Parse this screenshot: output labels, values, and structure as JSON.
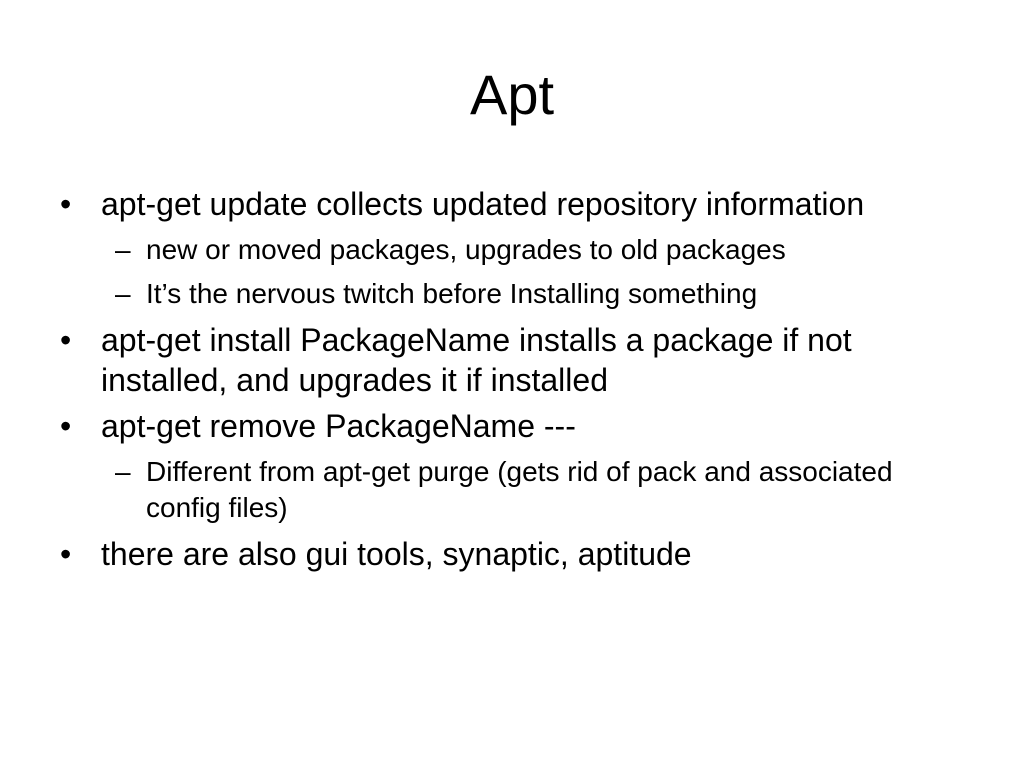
{
  "slide": {
    "title": "Apt",
    "bullets": [
      {
        "text": "apt-get update collects updated repository information",
        "subs": [
          "new or moved packages, upgrades to old packages",
          "It’s the nervous twitch before Installing something"
        ]
      },
      {
        "text": "apt-get install PackageName installs a package if not installed, and upgrades it if installed",
        "subs": []
      },
      {
        "text": "apt-get remove PackageName ---",
        "subs": [
          "Different from apt-get purge (gets rid of pack and associated config files)"
        ]
      },
      {
        "text": "there are also gui tools, synaptic, aptitude",
        "subs": []
      }
    ],
    "bullet_glyph": "•",
    "sub_glyph": "–"
  }
}
